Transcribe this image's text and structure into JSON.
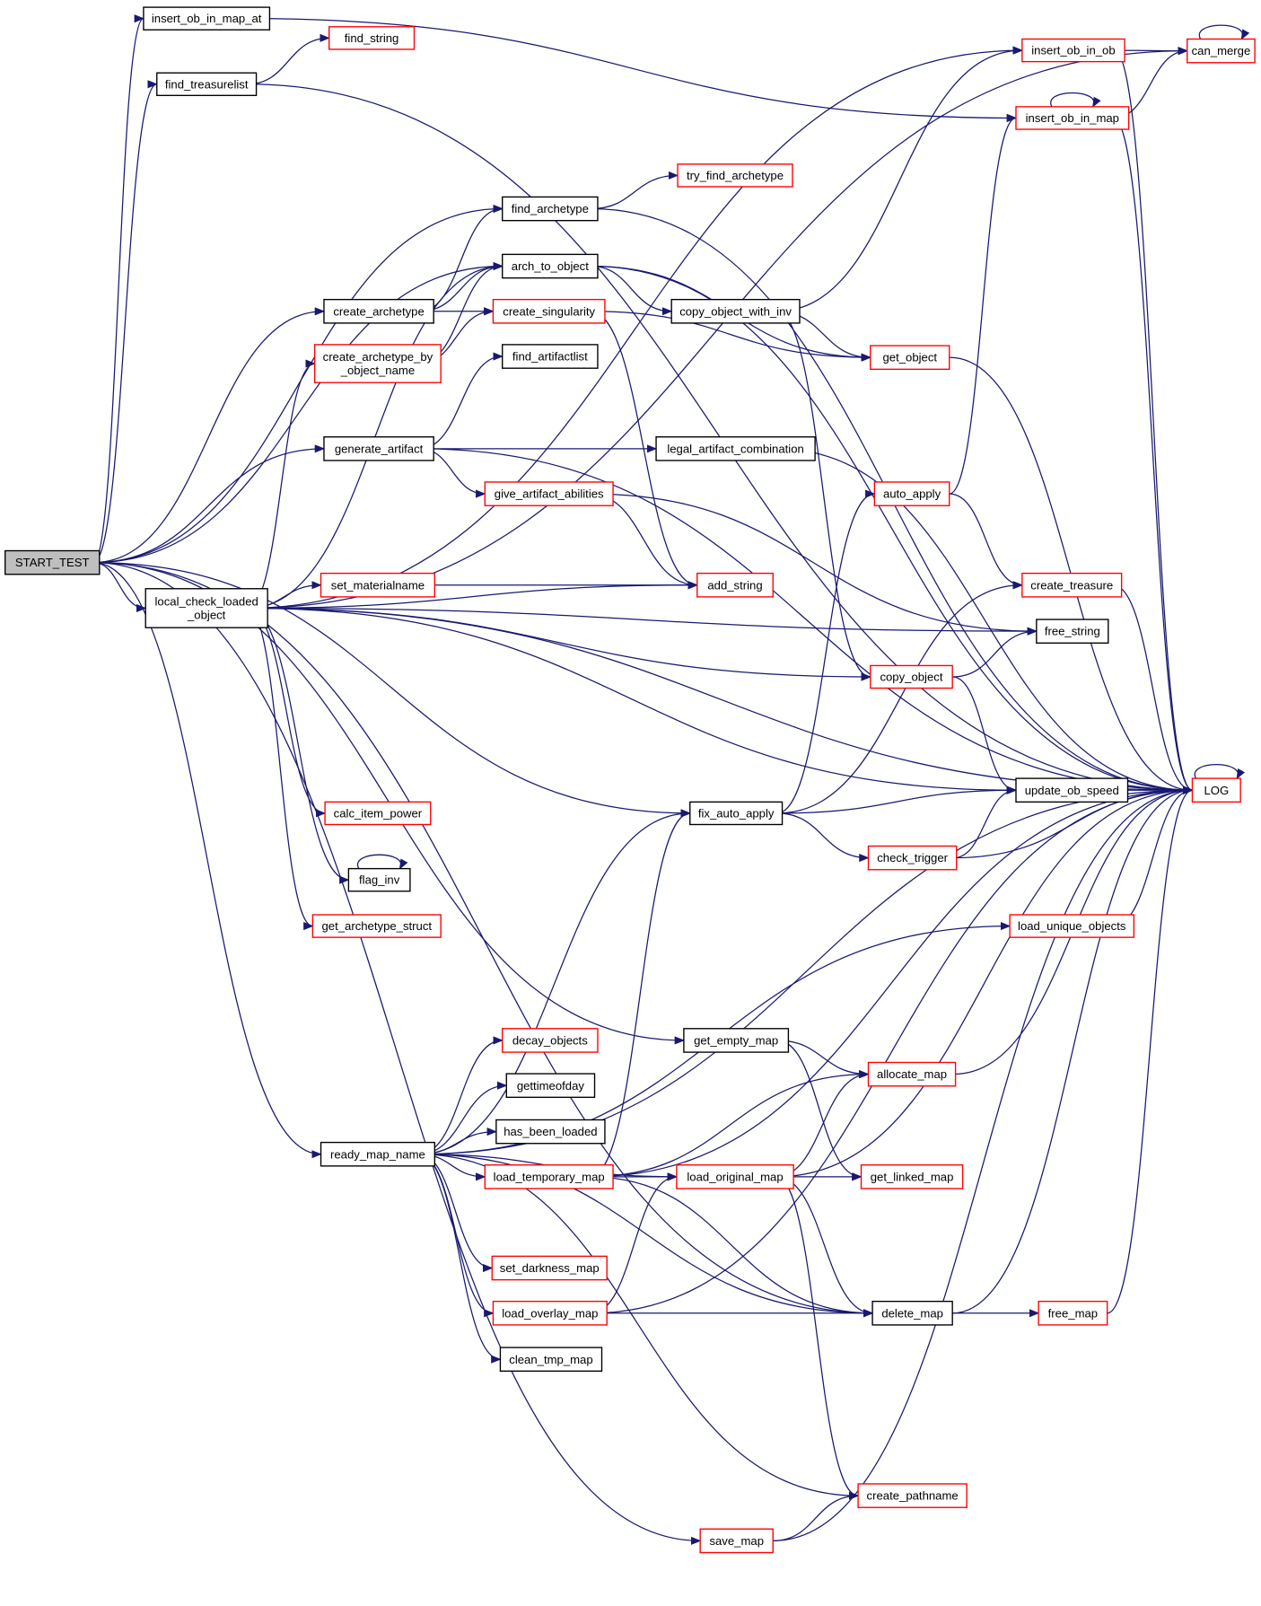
{
  "title": "START_TEST call graph",
  "colors": {
    "edge": "#191970",
    "root_fill": "#bfbfbf",
    "black_border": "#000000",
    "red_border": "#ff0000"
  },
  "nodes": [
    {
      "id": "START_TEST",
      "label": [
        "START_TEST"
      ],
      "style": "root"
    },
    {
      "id": "insert_ob_in_map_at",
      "label": [
        "insert_ob_in_map_at"
      ],
      "style": "black"
    },
    {
      "id": "find_string",
      "label": [
        "find_string"
      ],
      "style": "red"
    },
    {
      "id": "find_treasurelist",
      "label": [
        "find_treasurelist"
      ],
      "style": "black"
    },
    {
      "id": "insert_ob_in_ob",
      "label": [
        "insert_ob_in_ob"
      ],
      "style": "red"
    },
    {
      "id": "can_merge",
      "label": [
        "can_merge"
      ],
      "style": "red"
    },
    {
      "id": "insert_ob_in_map",
      "label": [
        "insert_ob_in_map"
      ],
      "style": "red"
    },
    {
      "id": "try_find_archetype",
      "label": [
        "try_find_archetype"
      ],
      "style": "red"
    },
    {
      "id": "find_archetype",
      "label": [
        "find_archetype"
      ],
      "style": "black"
    },
    {
      "id": "arch_to_object",
      "label": [
        "arch_to_object"
      ],
      "style": "black"
    },
    {
      "id": "create_archetype",
      "label": [
        "create_archetype"
      ],
      "style": "black"
    },
    {
      "id": "create_singularity",
      "label": [
        "create_singularity"
      ],
      "style": "red"
    },
    {
      "id": "copy_object_with_inv",
      "label": [
        "copy_object_with_inv"
      ],
      "style": "black"
    },
    {
      "id": "create_archetype_by_object_name",
      "label": [
        "create_archetype_by",
        "_object_name"
      ],
      "style": "red"
    },
    {
      "id": "find_artifactlist",
      "label": [
        "find_artifactlist"
      ],
      "style": "black"
    },
    {
      "id": "get_object",
      "label": [
        "get_object"
      ],
      "style": "red"
    },
    {
      "id": "generate_artifact",
      "label": [
        "generate_artifact"
      ],
      "style": "black"
    },
    {
      "id": "legal_artifact_combination",
      "label": [
        "legal_artifact_combination"
      ],
      "style": "black"
    },
    {
      "id": "auto_apply",
      "label": [
        "auto_apply"
      ],
      "style": "red"
    },
    {
      "id": "give_artifact_abilities",
      "label": [
        "give_artifact_abilities"
      ],
      "style": "red"
    },
    {
      "id": "create_treasure",
      "label": [
        "create_treasure"
      ],
      "style": "red"
    },
    {
      "id": "local_check_loaded_object",
      "label": [
        "local_check_loaded",
        "_object"
      ],
      "style": "black"
    },
    {
      "id": "set_materialname",
      "label": [
        "set_materialname"
      ],
      "style": "red"
    },
    {
      "id": "add_string",
      "label": [
        "add_string"
      ],
      "style": "red"
    },
    {
      "id": "free_string",
      "label": [
        "free_string"
      ],
      "style": "black"
    },
    {
      "id": "copy_object",
      "label": [
        "copy_object"
      ],
      "style": "red"
    },
    {
      "id": "LOG",
      "label": [
        "LOG"
      ],
      "style": "red"
    },
    {
      "id": "update_ob_speed",
      "label": [
        "update_ob_speed"
      ],
      "style": "black"
    },
    {
      "id": "fix_auto_apply",
      "label": [
        "fix_auto_apply"
      ],
      "style": "black"
    },
    {
      "id": "calc_item_power",
      "label": [
        "calc_item_power"
      ],
      "style": "red"
    },
    {
      "id": "check_trigger",
      "label": [
        "check_trigger"
      ],
      "style": "red"
    },
    {
      "id": "flag_inv",
      "label": [
        "flag_inv"
      ],
      "style": "black"
    },
    {
      "id": "get_archetype_struct",
      "label": [
        "get_archetype_struct"
      ],
      "style": "red"
    },
    {
      "id": "load_unique_objects",
      "label": [
        "load_unique_objects"
      ],
      "style": "red"
    },
    {
      "id": "decay_objects",
      "label": [
        "decay_objects"
      ],
      "style": "red"
    },
    {
      "id": "get_empty_map",
      "label": [
        "get_empty_map"
      ],
      "style": "black"
    },
    {
      "id": "gettimeofday",
      "label": [
        "gettimeofday"
      ],
      "style": "black"
    },
    {
      "id": "allocate_map",
      "label": [
        "allocate_map"
      ],
      "style": "red"
    },
    {
      "id": "has_been_loaded",
      "label": [
        "has_been_loaded"
      ],
      "style": "black"
    },
    {
      "id": "ready_map_name",
      "label": [
        "ready_map_name"
      ],
      "style": "black"
    },
    {
      "id": "load_temporary_map",
      "label": [
        "load_temporary_map"
      ],
      "style": "red"
    },
    {
      "id": "load_original_map",
      "label": [
        "load_original_map"
      ],
      "style": "red"
    },
    {
      "id": "get_linked_map",
      "label": [
        "get_linked_map"
      ],
      "style": "red"
    },
    {
      "id": "set_darkness_map",
      "label": [
        "set_darkness_map"
      ],
      "style": "red"
    },
    {
      "id": "load_overlay_map",
      "label": [
        "load_overlay_map"
      ],
      "style": "red"
    },
    {
      "id": "delete_map",
      "label": [
        "delete_map"
      ],
      "style": "black"
    },
    {
      "id": "free_map",
      "label": [
        "free_map"
      ],
      "style": "red"
    },
    {
      "id": "clean_tmp_map",
      "label": [
        "clean_tmp_map"
      ],
      "style": "black"
    },
    {
      "id": "create_pathname",
      "label": [
        "create_pathname"
      ],
      "style": "red"
    },
    {
      "id": "save_map",
      "label": [
        "save_map"
      ],
      "style": "red"
    }
  ],
  "edges": [
    [
      "START_TEST",
      "insert_ob_in_map_at"
    ],
    [
      "START_TEST",
      "find_treasurelist"
    ],
    [
      "START_TEST",
      "find_archetype"
    ],
    [
      "START_TEST",
      "arch_to_object"
    ],
    [
      "START_TEST",
      "create_archetype"
    ],
    [
      "START_TEST",
      "generate_artifact"
    ],
    [
      "START_TEST",
      "local_check_loaded_object"
    ],
    [
      "START_TEST",
      "fix_auto_apply"
    ],
    [
      "START_TEST",
      "get_empty_map"
    ],
    [
      "START_TEST",
      "ready_map_name"
    ],
    [
      "START_TEST",
      "delete_map"
    ],
    [
      "START_TEST",
      "save_map"
    ],
    [
      "insert_ob_in_map_at",
      "insert_ob_in_map"
    ],
    [
      "find_treasurelist",
      "find_string"
    ],
    [
      "find_treasurelist",
      "LOG"
    ],
    [
      "insert_ob_in_ob",
      "can_merge"
    ],
    [
      "insert_ob_in_ob",
      "LOG"
    ],
    [
      "insert_ob_in_map",
      "can_merge"
    ],
    [
      "insert_ob_in_map",
      "insert_ob_in_map"
    ],
    [
      "insert_ob_in_map",
      "LOG"
    ],
    [
      "can_merge",
      "can_merge"
    ],
    [
      "find_archetype",
      "try_find_archetype"
    ],
    [
      "find_archetype",
      "LOG"
    ],
    [
      "arch_to_object",
      "copy_object_with_inv"
    ],
    [
      "arch_to_object",
      "get_object"
    ],
    [
      "arch_to_object",
      "LOG"
    ],
    [
      "create_archetype",
      "find_archetype"
    ],
    [
      "create_archetype",
      "arch_to_object"
    ],
    [
      "create_archetype",
      "create_singularity"
    ],
    [
      "create_archetype_by_object_name",
      "arch_to_object"
    ],
    [
      "create_archetype_by_object_name",
      "create_singularity"
    ],
    [
      "create_singularity",
      "get_object"
    ],
    [
      "create_singularity",
      "add_string"
    ],
    [
      "copy_object_with_inv",
      "insert_ob_in_ob"
    ],
    [
      "copy_object_with_inv",
      "get_object"
    ],
    [
      "copy_object_with_inv",
      "copy_object"
    ],
    [
      "get_object",
      "LOG"
    ],
    [
      "generate_artifact",
      "find_artifactlist"
    ],
    [
      "generate_artifact",
      "legal_artifact_combination"
    ],
    [
      "generate_artifact",
      "give_artifact_abilities"
    ],
    [
      "generate_artifact",
      "LOG"
    ],
    [
      "legal_artifact_combination",
      "LOG"
    ],
    [
      "give_artifact_abilities",
      "add_string"
    ],
    [
      "give_artifact_abilities",
      "free_string"
    ],
    [
      "auto_apply",
      "insert_ob_in_map"
    ],
    [
      "auto_apply",
      "create_treasure"
    ],
    [
      "create_treasure",
      "LOG"
    ],
    [
      "local_check_loaded_object",
      "can_merge"
    ],
    [
      "local_check_loaded_object",
      "insert_ob_in_ob"
    ],
    [
      "local_check_loaded_object",
      "arch_to_object"
    ],
    [
      "local_check_loaded_object",
      "create_archetype_by_object_name"
    ],
    [
      "local_check_loaded_object",
      "add_string"
    ],
    [
      "local_check_loaded_object",
      "set_materialname"
    ],
    [
      "local_check_loaded_object",
      "free_string"
    ],
    [
      "local_check_loaded_object",
      "copy_object"
    ],
    [
      "local_check_loaded_object",
      "LOG"
    ],
    [
      "local_check_loaded_object",
      "update_ob_speed"
    ],
    [
      "local_check_loaded_object",
      "calc_item_power"
    ],
    [
      "local_check_loaded_object",
      "flag_inv"
    ],
    [
      "local_check_loaded_object",
      "get_archetype_struct"
    ],
    [
      "set_materialname",
      "add_string"
    ],
    [
      "copy_object",
      "free_string"
    ],
    [
      "copy_object",
      "update_ob_speed"
    ],
    [
      "update_ob_speed",
      "LOG"
    ],
    [
      "LOG",
      "LOG"
    ],
    [
      "fix_auto_apply",
      "auto_apply"
    ],
    [
      "fix_auto_apply",
      "create_treasure"
    ],
    [
      "fix_auto_apply",
      "update_ob_speed"
    ],
    [
      "fix_auto_apply",
      "check_trigger"
    ],
    [
      "check_trigger",
      "update_ob_speed"
    ],
    [
      "check_trigger",
      "LOG"
    ],
    [
      "flag_inv",
      "flag_inv"
    ],
    [
      "load_unique_objects",
      "LOG"
    ],
    [
      "get_empty_map",
      "allocate_map"
    ],
    [
      "get_empty_map",
      "get_linked_map"
    ],
    [
      "allocate_map",
      "LOG"
    ],
    [
      "ready_map_name",
      "load_unique_objects"
    ],
    [
      "ready_map_name",
      "LOG"
    ],
    [
      "ready_map_name",
      "fix_auto_apply"
    ],
    [
      "ready_map_name",
      "decay_objects"
    ],
    [
      "ready_map_name",
      "gettimeofday"
    ],
    [
      "ready_map_name",
      "has_been_loaded"
    ],
    [
      "ready_map_name",
      "load_temporary_map"
    ],
    [
      "ready_map_name",
      "load_original_map"
    ],
    [
      "ready_map_name",
      "set_darkness_map"
    ],
    [
      "ready_map_name",
      "load_overlay_map"
    ],
    [
      "ready_map_name",
      "clean_tmp_map"
    ],
    [
      "ready_map_name",
      "delete_map"
    ],
    [
      "ready_map_name",
      "create_pathname"
    ],
    [
      "load_temporary_map",
      "allocate_map"
    ],
    [
      "load_temporary_map",
      "LOG"
    ],
    [
      "load_temporary_map",
      "load_original_map"
    ],
    [
      "load_temporary_map",
      "delete_map"
    ],
    [
      "load_temporary_map",
      "fix_auto_apply"
    ],
    [
      "load_original_map",
      "allocate_map"
    ],
    [
      "load_original_map",
      "get_linked_map"
    ],
    [
      "load_original_map",
      "LOG"
    ],
    [
      "load_original_map",
      "delete_map"
    ],
    [
      "load_original_map",
      "create_pathname"
    ],
    [
      "load_overlay_map",
      "load_original_map"
    ],
    [
      "load_overlay_map",
      "delete_map"
    ],
    [
      "load_overlay_map",
      "LOG"
    ],
    [
      "delete_map",
      "free_map"
    ],
    [
      "delete_map",
      "LOG"
    ],
    [
      "free_map",
      "LOG"
    ],
    [
      "save_map",
      "create_pathname"
    ],
    [
      "save_map",
      "LOG"
    ]
  ]
}
